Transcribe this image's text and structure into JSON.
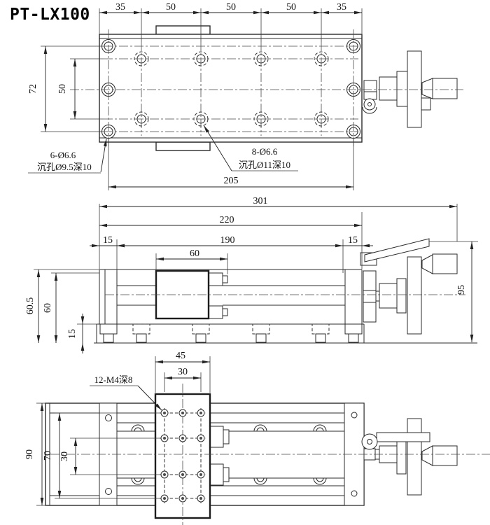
{
  "title": "PT-LX100",
  "colors": {
    "line": "#2b2b2b",
    "text": "#111111",
    "background": "#ffffff"
  },
  "top_view": {
    "dims_top": [
      "35",
      "50",
      "50",
      "50",
      "35"
    ],
    "dim_row_span": "72",
    "dim_inner_row_span": "50",
    "dim_hole_span": "205",
    "note_corner_holes": [
      "6-Ø6.6",
      "沉孔Ø9.5深10"
    ],
    "note_carriage_holes": [
      "8-Ø6.6",
      "沉孔Ø11深10"
    ]
  },
  "front_view": {
    "dim_overall_length": "301",
    "dim_body_length": "220",
    "dim_left_offset": "15",
    "dim_travel": "190",
    "dim_right_offset": "15",
    "dim_carriage_length": "60",
    "dim_overall_height": "60.5",
    "dim_table_height": "60",
    "dim_base_height": "15",
    "dim_knob_height": "95"
  },
  "bottom_view": {
    "dim_plate_width": "45",
    "dim_hole_cols_span": "30",
    "note_tapped_holes": "12-M4深8",
    "dim_body_width": "90",
    "dim_hole_rows_outer": "70",
    "dim_hole_rows_inner": "30"
  }
}
